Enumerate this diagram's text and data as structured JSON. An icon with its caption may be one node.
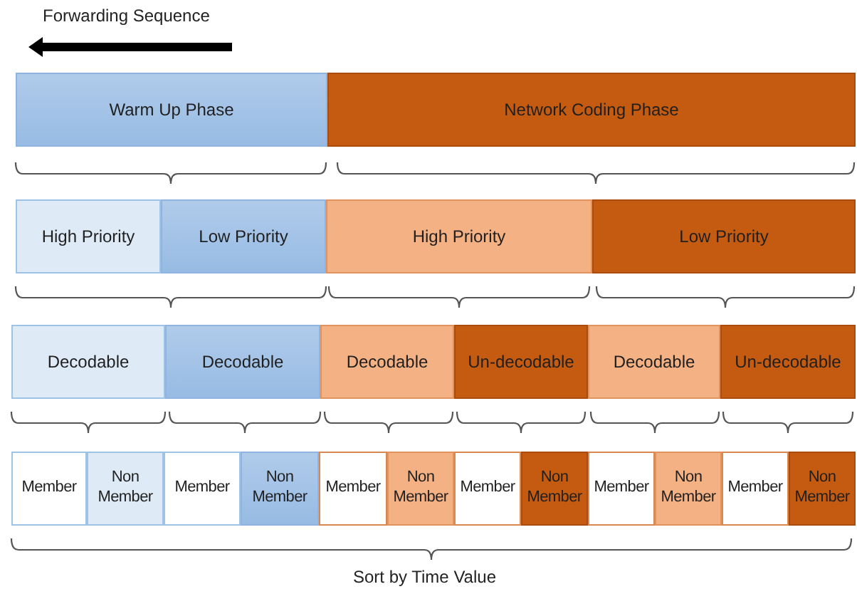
{
  "diagram": {
    "nodes": [
      {
        "text": [
          "Warm Up Phase"
        ]
      },
      {
        "text": [
          "Network Coding Phase"
        ]
      },
      {
        "text": [
          "High Priority"
        ]
      },
      {
        "text": [
          "Low Priority"
        ]
      },
      {
        "text": [
          "High Priority"
        ]
      },
      {
        "text": [
          "Low Priority"
        ]
      },
      {
        "text": [
          "Decodable"
        ]
      },
      {
        "text": [
          "Decodable"
        ]
      },
      {
        "text": [
          "Decodable"
        ]
      },
      {
        "text": [
          "Un-decodable"
        ]
      },
      {
        "text": [
          "Decodable"
        ]
      },
      {
        "text": [
          "Un-decodable"
        ]
      },
      {
        "text": [
          "Member"
        ]
      },
      {
        "text": [
          "Non Member"
        ]
      },
      {
        "text": [
          "Member"
        ]
      },
      {
        "text": [
          "Non Member"
        ]
      },
      {
        "text": [
          "Member"
        ]
      },
      {
        "text": [
          "Non Member"
        ]
      },
      {
        "text": [
          "Member"
        ]
      },
      {
        "text": [
          "Non Member"
        ]
      },
      {
        "text": [
          "Member"
        ]
      },
      {
        "text": [
          "Non Member"
        ]
      },
      {
        "text": [
          "Member"
        ]
      },
      {
        "text": [
          "Non Member"
        ]
      }
    ],
    "labels": [
      "Forwarding Sequence",
      "Sort by Time Value"
    ]
  }
}
